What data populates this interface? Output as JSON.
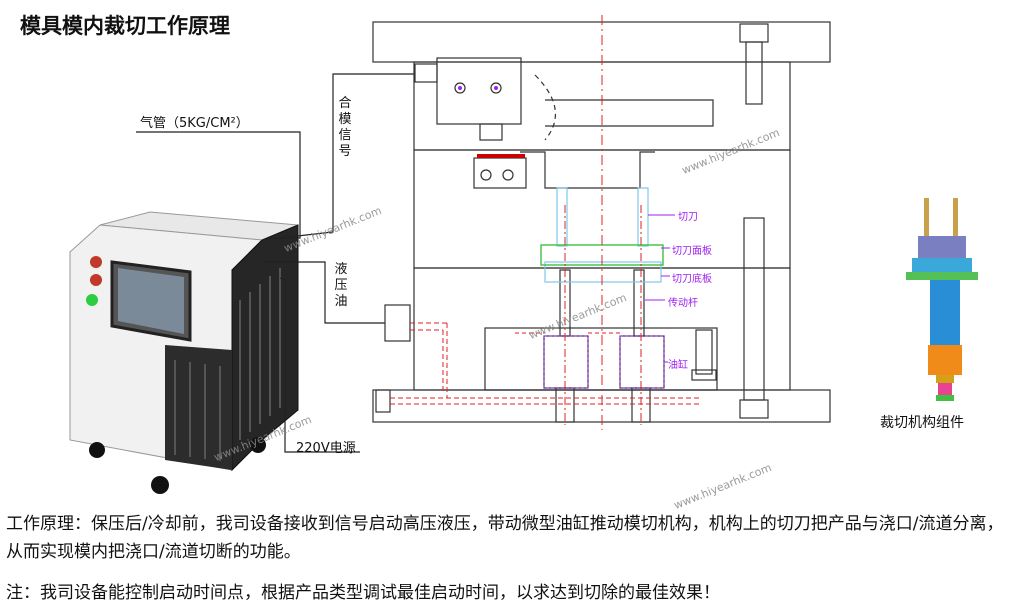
{
  "title": "模具模内裁切工作原理",
  "labels": {
    "air_pipe": "气管（5KG/CM²）",
    "mold_close_signal": "合模信号",
    "hydraulic_oil": "液压油",
    "power": "220V电源",
    "cutter": "切刀",
    "cutter_face_plate": "切刀面板",
    "cutter_bottom_plate": "切刀底板",
    "transmission_rod": "传动杆",
    "oil_cylinder": "油缸",
    "component": "裁切机构组件"
  },
  "watermark": "www.hiyearhk.com",
  "description": "工作原理：保压后/冷却前，我司设备接收到信号启动高压液压，带动微型油缸推动模切机构，机构上的切刀把产品与浇口/流道分离，从而实现模内把浇口/流道切断的功能。",
  "note": "注：我司设备能控制启动时间点，根据产品类型调试最佳启动时间，以求达到切除的最佳效果！",
  "colors": {
    "outline": "#333333",
    "center_line": "#e02020",
    "cutter": "#7fc8e8",
    "plate": "#40c040",
    "purple": "#a020f0"
  }
}
